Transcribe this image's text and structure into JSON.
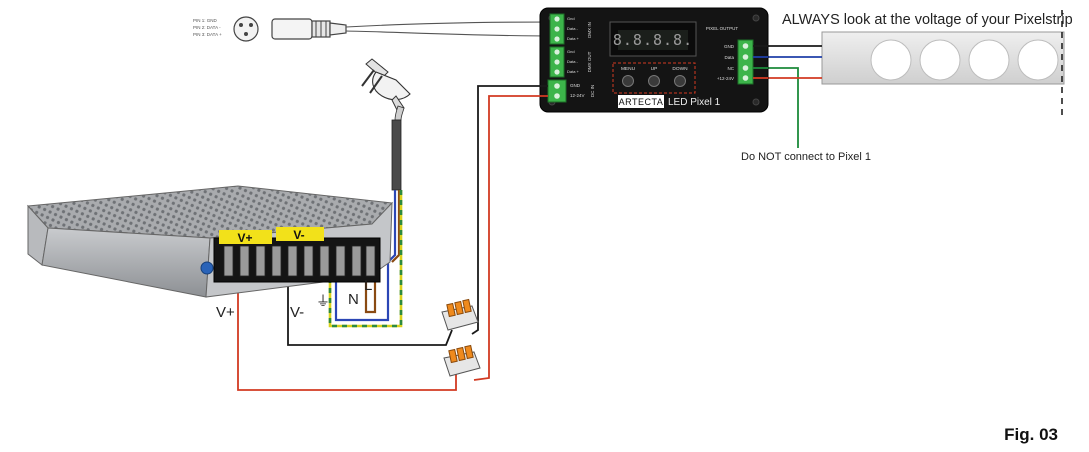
{
  "controller": {
    "brand": "ARTECTA",
    "model": "LED Pixel 1",
    "display": "8.8.8.8.",
    "buttons": [
      "MENU",
      "UP",
      "DOWN"
    ],
    "dmx_in_label": "DMX IN",
    "dmx_out_label": "DMX OUT",
    "dc_in_label": "DC IN",
    "dmx_in_pins": [
      "Gnd",
      "Data -",
      "Data +"
    ],
    "dmx_out_pins": [
      "Gnd",
      "Data -",
      "Data +"
    ],
    "dc_pins": [
      "GND",
      "12-24V"
    ],
    "output_title": "PIXEL OUTPUT",
    "output_pins": [
      "GND",
      "Data",
      "NC",
      "+12-24V"
    ]
  },
  "xlr_pin_text": [
    "PIN 1: GND",
    "PIN 2: DATA -",
    "PIN 3: DATA +"
  ],
  "psu": {
    "v_plus_tag": "V+",
    "v_minus_tag": "V-"
  },
  "wire_labels": {
    "v_plus": "V+",
    "v_minus": "V-",
    "ground": "⏚",
    "neutral": "N",
    "live": "L"
  },
  "notes": {
    "voltage_warning": "ALWAYS look at the voltage of your Pixelstrip",
    "nc_warning": "Do NOT connect to Pixel 1"
  },
  "figure_label": "Fig. 03",
  "colors": {
    "black_wire": "#1a1a1a",
    "red_wire": "#d23a22",
    "blue_wire": "#1f3fa8",
    "green_wire": "#1c8a3a",
    "ground_yellow": "#d9d21a",
    "ground_green": "#2e8b3e",
    "live_brown": "#8a4a12",
    "neutral_blue": "#2b46b5",
    "terminal_green": "#3cb44a",
    "tag_yellow": "#f2e11a",
    "wago_orange": "#ef8a1d"
  }
}
